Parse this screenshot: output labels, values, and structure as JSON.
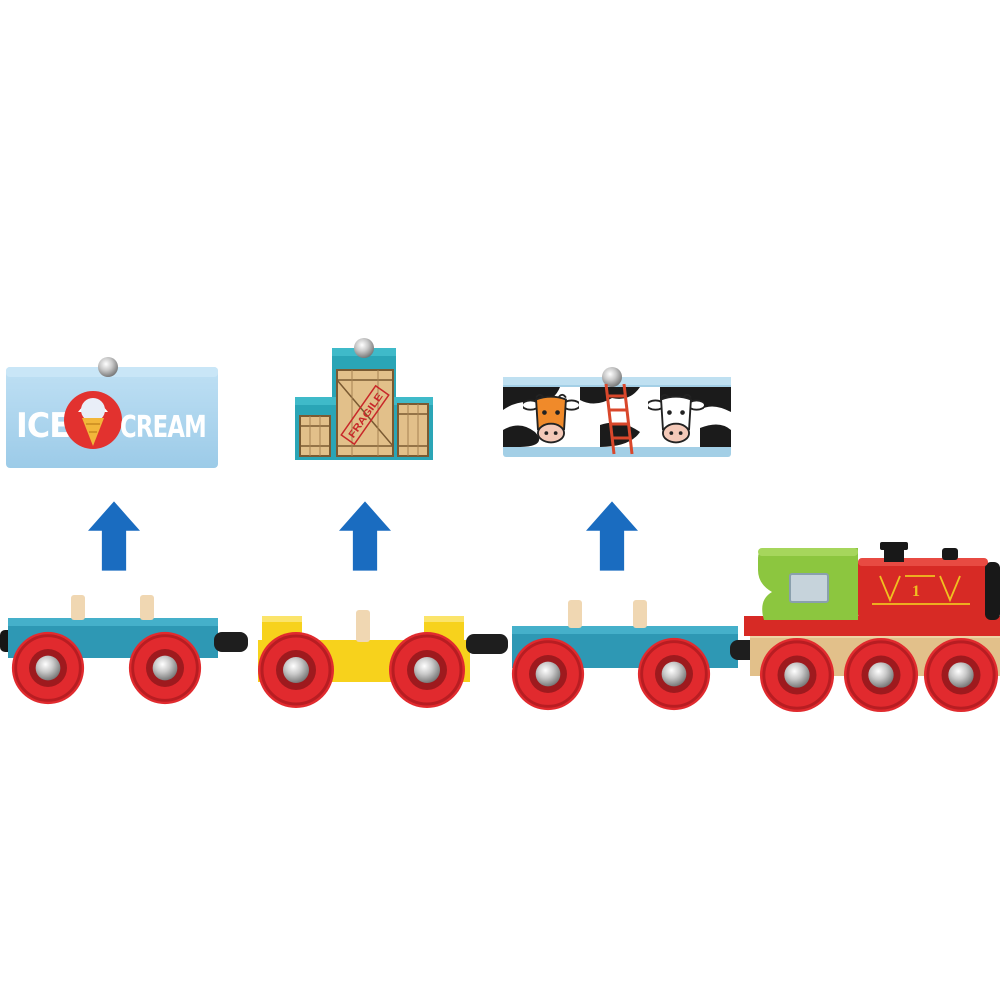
{
  "loads": {
    "ice_cream": {
      "word1": "ICE",
      "word2": "CREAM"
    },
    "crates": {
      "label": "FRAGILE"
    },
    "cattle": {}
  },
  "engine": {
    "number": "1"
  },
  "colors": {
    "arrow": "#1a6cc0",
    "ice_block": "#a9d3ee",
    "crate_block": "#2aa5b6",
    "cow_block": "#a3cfe6",
    "wagon_teal": "#2e98b4",
    "wagon_yellow": "#f7d21c",
    "wheel": "#e12a2e",
    "engine_red": "#d72a25",
    "cab_green": "#8cc63f",
    "wood": "#e2c08a",
    "peg": "#f0d7b2"
  },
  "icons": [
    "ice-cream-cone-icon",
    "cow-face-icon",
    "ladder-icon",
    "up-arrow-icon"
  ]
}
